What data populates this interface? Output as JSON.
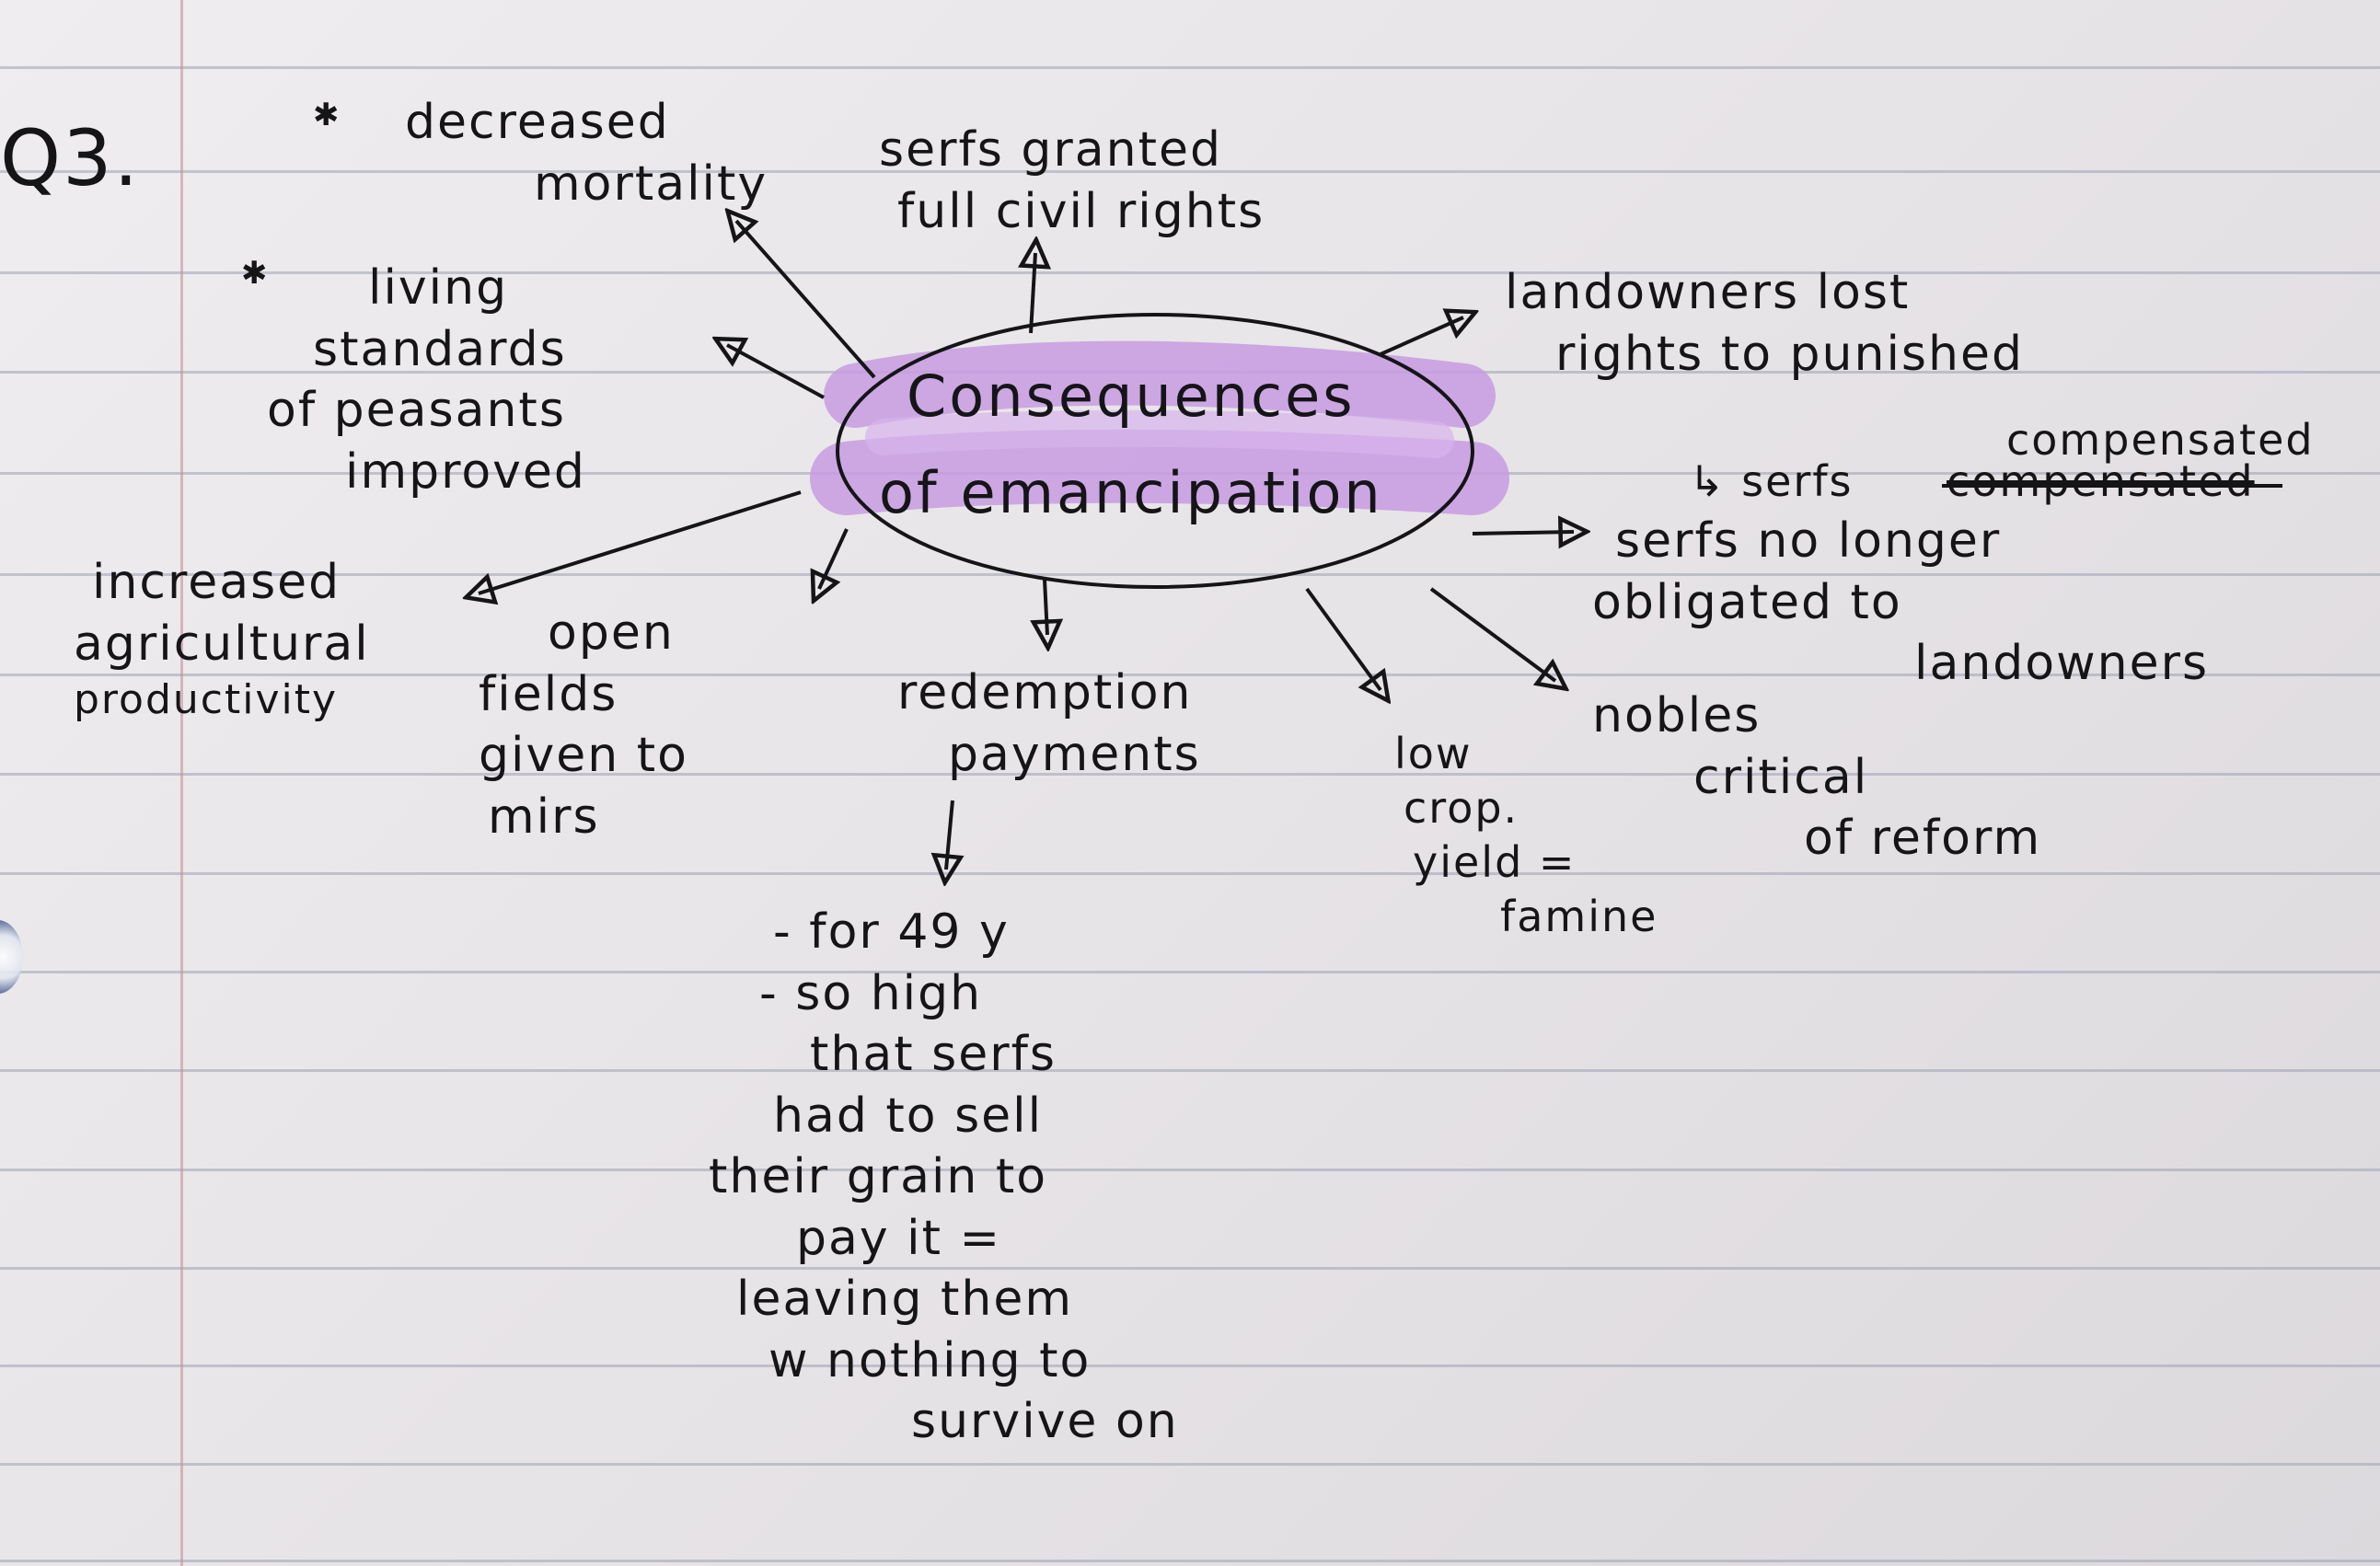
{
  "question_label": "Q3.",
  "center": {
    "line1": "Consequences",
    "line2": "of emancipation",
    "highlight_color": "#c79be0"
  },
  "nodes": {
    "decreased_mortality": [
      "decreased",
      "mortality"
    ],
    "serfs_civil_rights": [
      "serfs granted",
      "full civil rights"
    ],
    "living_standards": [
      "living",
      "standards",
      "of peasants",
      "improved"
    ],
    "landowners_lost_rights": [
      "landowners lost",
      "rights to punished"
    ],
    "serfs_compensated": {
      "prefix": "↳ serfs",
      "struck": "compensated",
      "corrected": "compensated"
    },
    "serfs_no_longer": [
      "serfs no longer",
      "obligated to",
      "landowners"
    ],
    "increased_agri": [
      "increased",
      "agricultural",
      "productivity"
    ],
    "open_fields": [
      "open",
      "fields",
      "given to",
      "mirs"
    ],
    "redemption_payments": [
      "redemption",
      "payments"
    ],
    "redemption_details": [
      "- for 49 y",
      "- so high",
      "that serfs",
      "had to sell",
      "their grain to",
      "pay it =",
      "leaving them",
      "w nothing to",
      "survive on"
    ],
    "low_crop_yield": [
      "low",
      "crop.",
      "yield =",
      "famine"
    ],
    "nobles_critical": [
      "nobles",
      "critical",
      "of reform"
    ]
  },
  "colors": {
    "ink": "#151518",
    "paper": "#e9e6e8",
    "rule": "#9aa3b4",
    "margin": "#c98f9a"
  }
}
